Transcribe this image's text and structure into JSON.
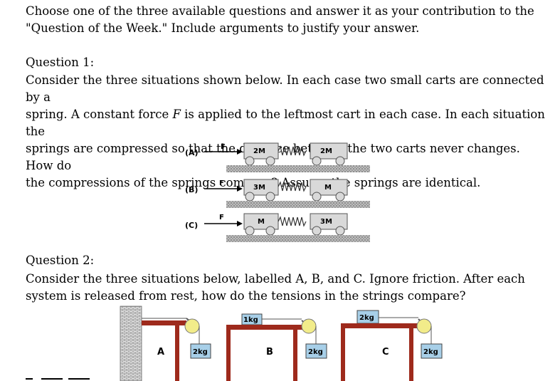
{
  "intro": {
    "line1": "Choose one of the three available questions and answer it as your contribution to the",
    "line2": "\"Question of the Week.\" Include arguments to justify your answer."
  },
  "q1": {
    "heading": "Question 1:",
    "line1": "Consider the three situations shown below. In each case two small carts are connected by a",
    "line2a": "spring. A constant force ",
    "force_symbol": "F",
    "line2b": " is applied to the leftmost cart in each case. In each situation the",
    "line3": "springs are compressed so that the distance between the two carts never changes. How do",
    "line4": "the compressions of the springs compare? Assume the springs are identical.",
    "cases": [
      {
        "label": "(A)",
        "force": "F",
        "left_mass": "2M",
        "right_mass": "2M"
      },
      {
        "label": "(B)",
        "force": "F",
        "left_mass": "3M",
        "right_mass": "M"
      },
      {
        "label": "(C)",
        "force": "F",
        "left_mass": "M",
        "right_mass": "3M"
      }
    ]
  },
  "q2": {
    "heading": "Question 2:",
    "line1": "Consider the three situations below, labelled A, B, and C. Ignore friction. After each",
    "line2": "system is released from rest, how do the tensions in the strings compare?",
    "systems": [
      {
        "label": "A",
        "hanging_mass": "2kg"
      },
      {
        "label": "B",
        "table_mass": "1kg",
        "hanging_mass": "2kg"
      },
      {
        "label": "C",
        "table_mass": "2kg",
        "hanging_mass": "2kg"
      }
    ]
  },
  "colors": {
    "cart_fill": "#d9d9d9",
    "mass_block": "#a7cfe8",
    "table": "#9e2a1c",
    "pulley": "#f2ec8a",
    "rod": "#ffffff"
  }
}
